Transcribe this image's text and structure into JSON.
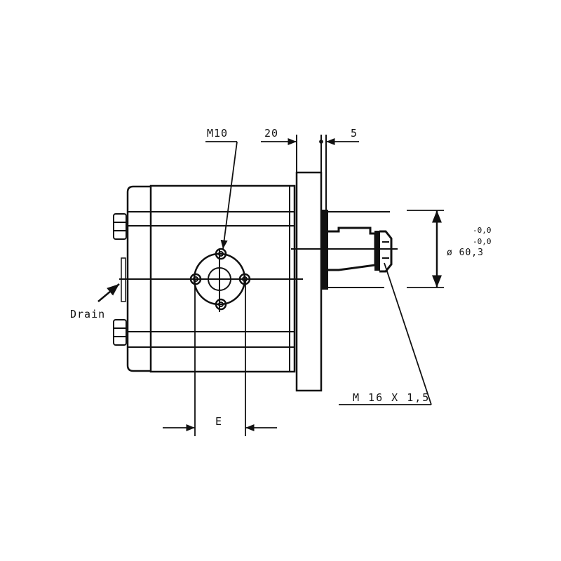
{
  "labels": {
    "m10": "M10",
    "dim_20": "20",
    "dim_5": "5",
    "drain": "Drain",
    "dim_e": "E",
    "thread": "M 16 X 1,5",
    "tol_upper": "-0,0",
    "tol_lower": "-0,0",
    "diameter": "ø 60,3"
  },
  "colors": {
    "line": "#111111",
    "background": "#ffffff"
  }
}
